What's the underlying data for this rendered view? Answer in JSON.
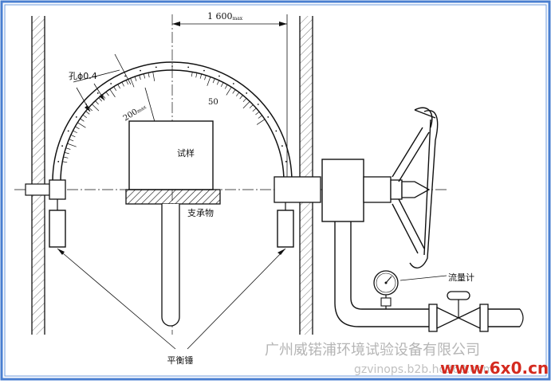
{
  "diagram": {
    "dimension_width": "1 600",
    "dimension_width_sub": "max",
    "hole_label": "孔ϕ0.4",
    "radius_value": "200",
    "radius_sub": "max",
    "scale_label": "50",
    "specimen_label": "试样",
    "support_label": "支承物",
    "flowmeter_label": "流量计",
    "counterweight_label": "平衡锤"
  },
  "watermark": {
    "company": "广州威锘浦环境试验设备有限公司",
    "url": "gzvinops.b2b.hc360.com",
    "logo_text": "www.6x0.cn"
  },
  "colors": {
    "border": "#4a7fd0",
    "ink": "#111111",
    "watermark": "#b5b5b5",
    "logo_red": "#d42a1f"
  }
}
